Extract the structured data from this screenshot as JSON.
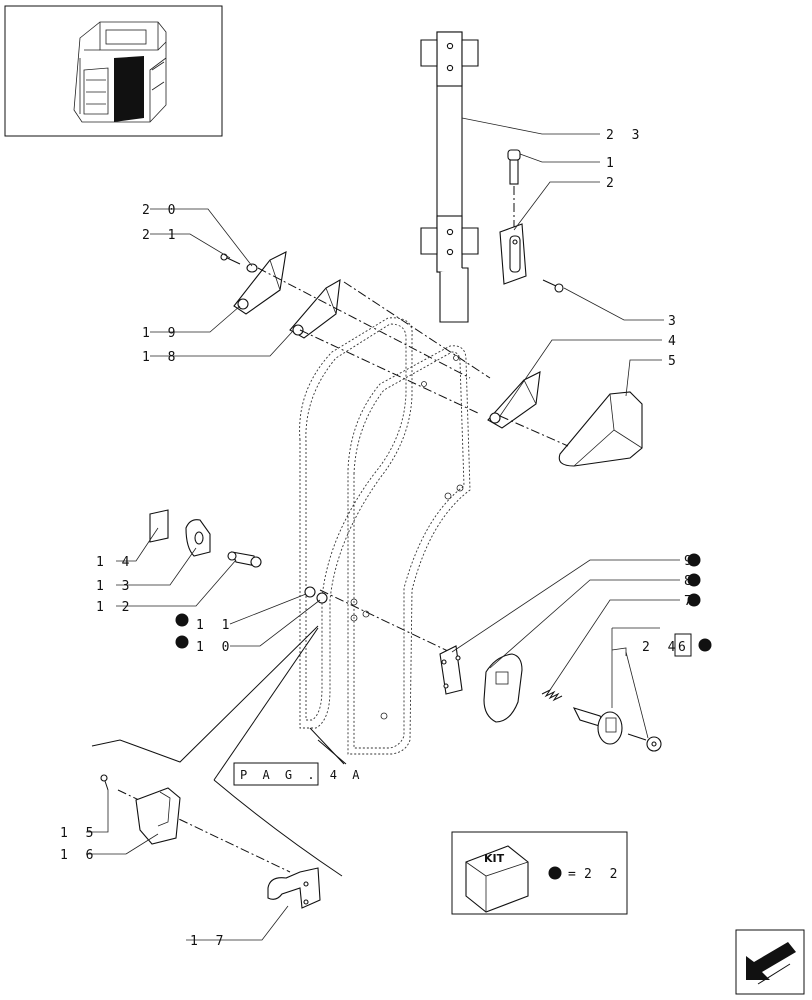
{
  "callouts": [
    {
      "id": "c23",
      "text": "2 3"
    },
    {
      "id": "c1",
      "text": "1"
    },
    {
      "id": "c2",
      "text": "2"
    },
    {
      "id": "c20",
      "text": "2 0"
    },
    {
      "id": "c21",
      "text": "2 1"
    },
    {
      "id": "c3",
      "text": "3"
    },
    {
      "id": "c19",
      "text": "1 9"
    },
    {
      "id": "c4",
      "text": "4"
    },
    {
      "id": "c18",
      "text": "1 8"
    },
    {
      "id": "c5",
      "text": "5"
    },
    {
      "id": "c14",
      "text": "1 4"
    },
    {
      "id": "c13",
      "text": "1 3"
    },
    {
      "id": "c12",
      "text": "1 2"
    },
    {
      "id": "c9",
      "text": "9"
    },
    {
      "id": "c8",
      "text": "8"
    },
    {
      "id": "c7",
      "text": "7"
    },
    {
      "id": "c11",
      "text": "1 1"
    },
    {
      "id": "c10",
      "text": "1 0"
    },
    {
      "id": "c24",
      "text": "2 4"
    },
    {
      "id": "c6",
      "text": "6"
    },
    {
      "id": "c15",
      "text": "1 5"
    },
    {
      "id": "c16",
      "text": "1 6"
    },
    {
      "id": "c17",
      "text": "1 7"
    }
  ],
  "page_ref": "P A G .   4 A",
  "kit_legend": {
    "badge": "KIT",
    "equals": "=",
    "value": "2 2"
  },
  "icons": {
    "cab_thumbnail": "cab-locator-icon",
    "next_page": "next-page-arrow-icon",
    "kit_bullet": "filled-circle-icon"
  },
  "colors": {
    "ink": "#111111",
    "background": "#ffffff"
  }
}
